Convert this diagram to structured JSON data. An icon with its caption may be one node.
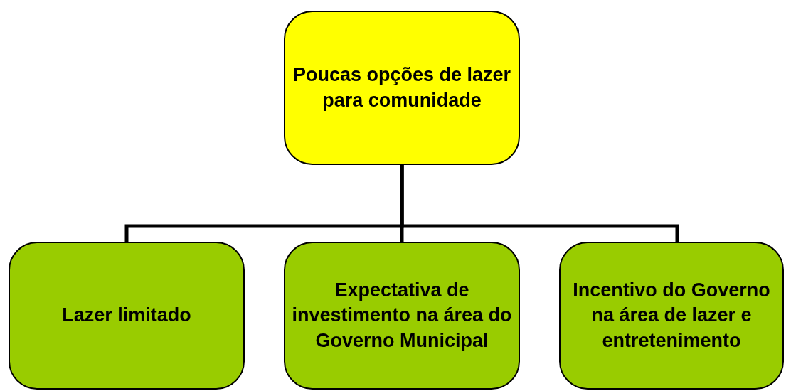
{
  "diagram": {
    "nodes": [
      {
        "text": [
          "Poucas opções de lazer para comunidade"
        ]
      },
      {
        "text": [
          "Lazer limitado"
        ]
      },
      {
        "text": [
          "Expectativa de investimento na área do Governo Municipal"
        ]
      },
      {
        "text": [
          "Incentivo do Governo na área de lazer e entretenimento"
        ]
      }
    ],
    "edges": [
      {
        "from": 0,
        "to": 1,
        "arrow": "none"
      },
      {
        "from": 0,
        "to": 2,
        "arrow": "none"
      },
      {
        "from": 0,
        "to": 3,
        "arrow": "none"
      }
    ]
  }
}
